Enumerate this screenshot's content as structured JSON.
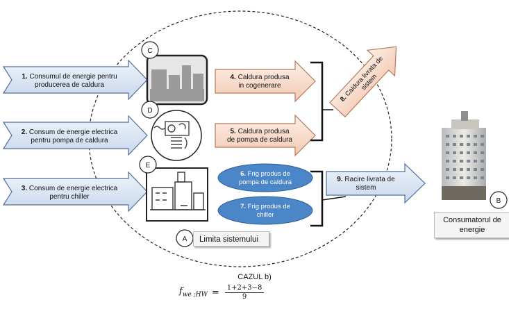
{
  "inputs": [
    {
      "num": "1.",
      "line1": "Consumul de energie pentru",
      "line2": "producerea de caldura"
    },
    {
      "num": "2.",
      "line1": "Consum de energie electrica",
      "line2": "pentru pompa de caldura"
    },
    {
      "num": "3.",
      "line1": "Consum de energie electrica",
      "line2": "pentru chiller"
    }
  ],
  "heat_outputs": [
    {
      "num": "4.",
      "line1": "Caldura produsa",
      "line2": "in cogenerare"
    },
    {
      "num": "5.",
      "line1": "Caldura produsa",
      "line2": "de pompa de caldura"
    }
  ],
  "cold_outputs": [
    {
      "num": "6.",
      "line1": "Frig produs de",
      "line2": "pompa de caldura"
    },
    {
      "num": "7.",
      "line1": "Frig produs de",
      "line2": "chiller"
    }
  ],
  "delivered_heat": {
    "num": "8.",
    "text": "Caldura livrata de",
    "text2": "sistem"
  },
  "delivered_cooling": {
    "num": "9.",
    "line1": "Racire livrata de",
    "line2": "sistem"
  },
  "markers": {
    "a": "A",
    "b": "B",
    "c": "C",
    "d": "D",
    "e": "E"
  },
  "system_limit_label": "Limita sistemului",
  "consumer": {
    "line1": "Consumatorul de",
    "line2": "energie"
  },
  "case_title": "CAZUL b)",
  "formula": {
    "lhs": "f",
    "sub": "we ;HW",
    "eq": "=",
    "numerator": "1+2+3−8",
    "denominator": "9"
  },
  "colors": {
    "input_arrow": "#dce6f2",
    "heat_arrow": "#fbe3d6",
    "cold_ellipse": "#4a86c8",
    "boundary": "#222222"
  }
}
